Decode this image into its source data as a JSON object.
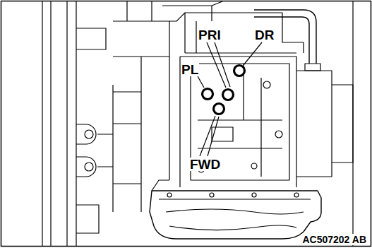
{
  "diagram": {
    "labels": [
      "PRI",
      "DR",
      "PL",
      "FWD",
      "AC507202 AB"
    ]
  }
}
